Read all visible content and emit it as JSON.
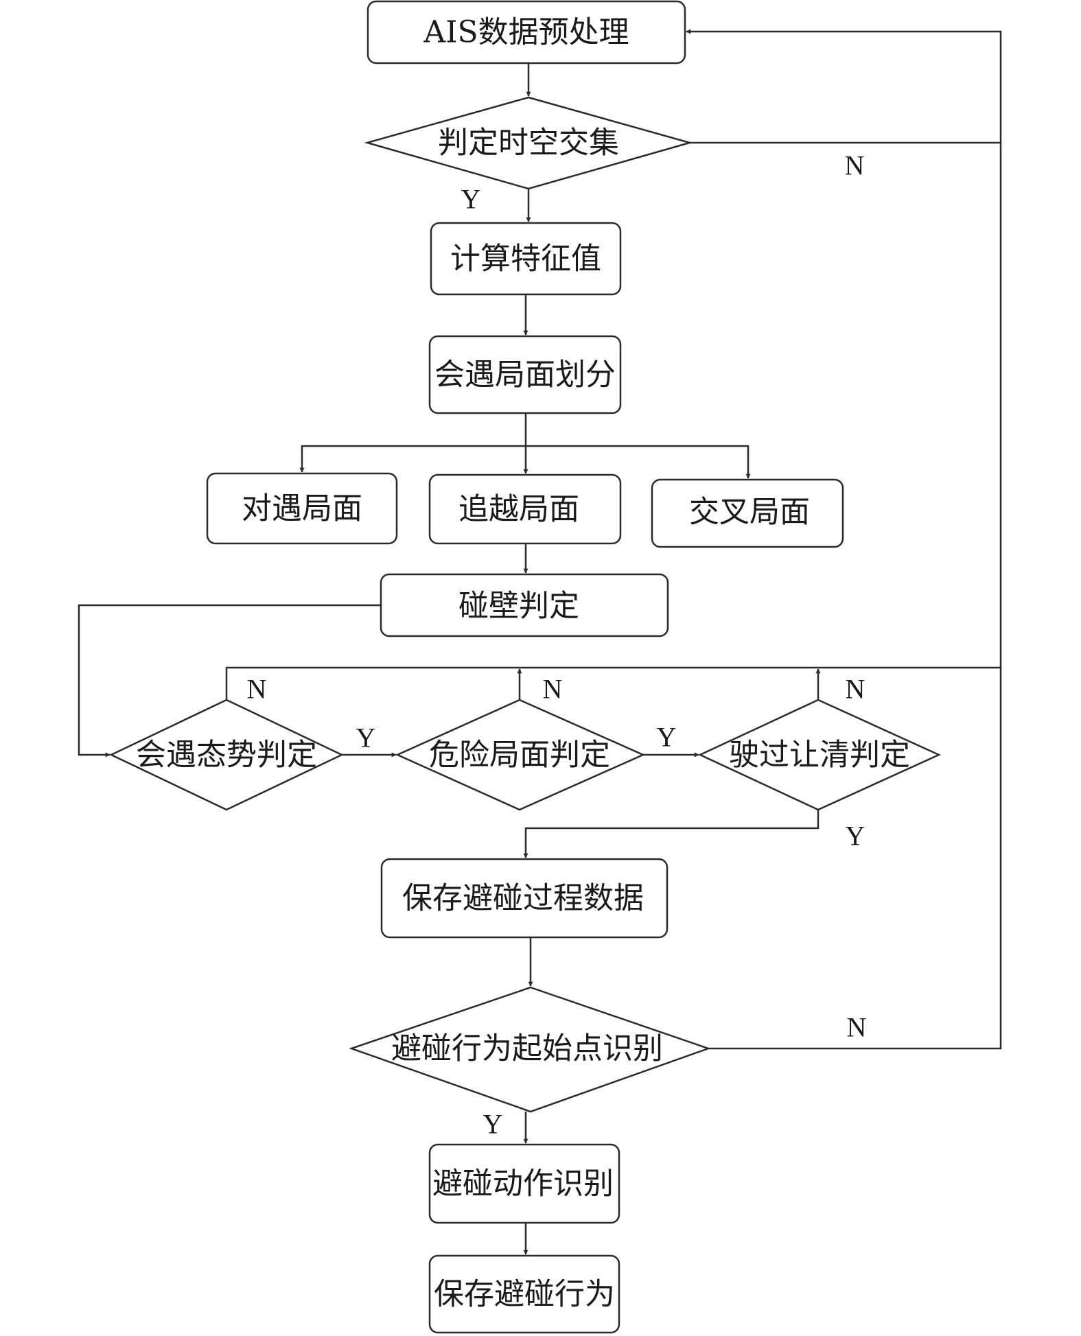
{
  "nodes": {
    "preprocess": "AIS数据预处理",
    "st_intersection": "判定时空交集",
    "compute_features": "计算特征值",
    "encounter_division": "会遇局面划分",
    "head_on": "对遇局面",
    "overtaking": "追越局面",
    "crossing": "交叉局面",
    "wall_check": "碰壁判定",
    "encounter_situation": "会遇态势判定",
    "danger_situation": "危险局面判定",
    "pass_clear": "驶过让清判定",
    "save_process": "保存避碰过程数据",
    "start_point": "避碰行为起始点识别",
    "action_recognition": "避碰动作识别",
    "save_behavior": "保存避碰行为"
  },
  "edge_labels": {
    "st_no": "N",
    "st_yes": "Y",
    "encounter_no": "N",
    "encounter_yes": "Y",
    "danger_no": "N",
    "danger_yes": "Y",
    "clear_no": "N",
    "clear_yes": "Y",
    "start_no": "N",
    "start_yes": "Y"
  }
}
